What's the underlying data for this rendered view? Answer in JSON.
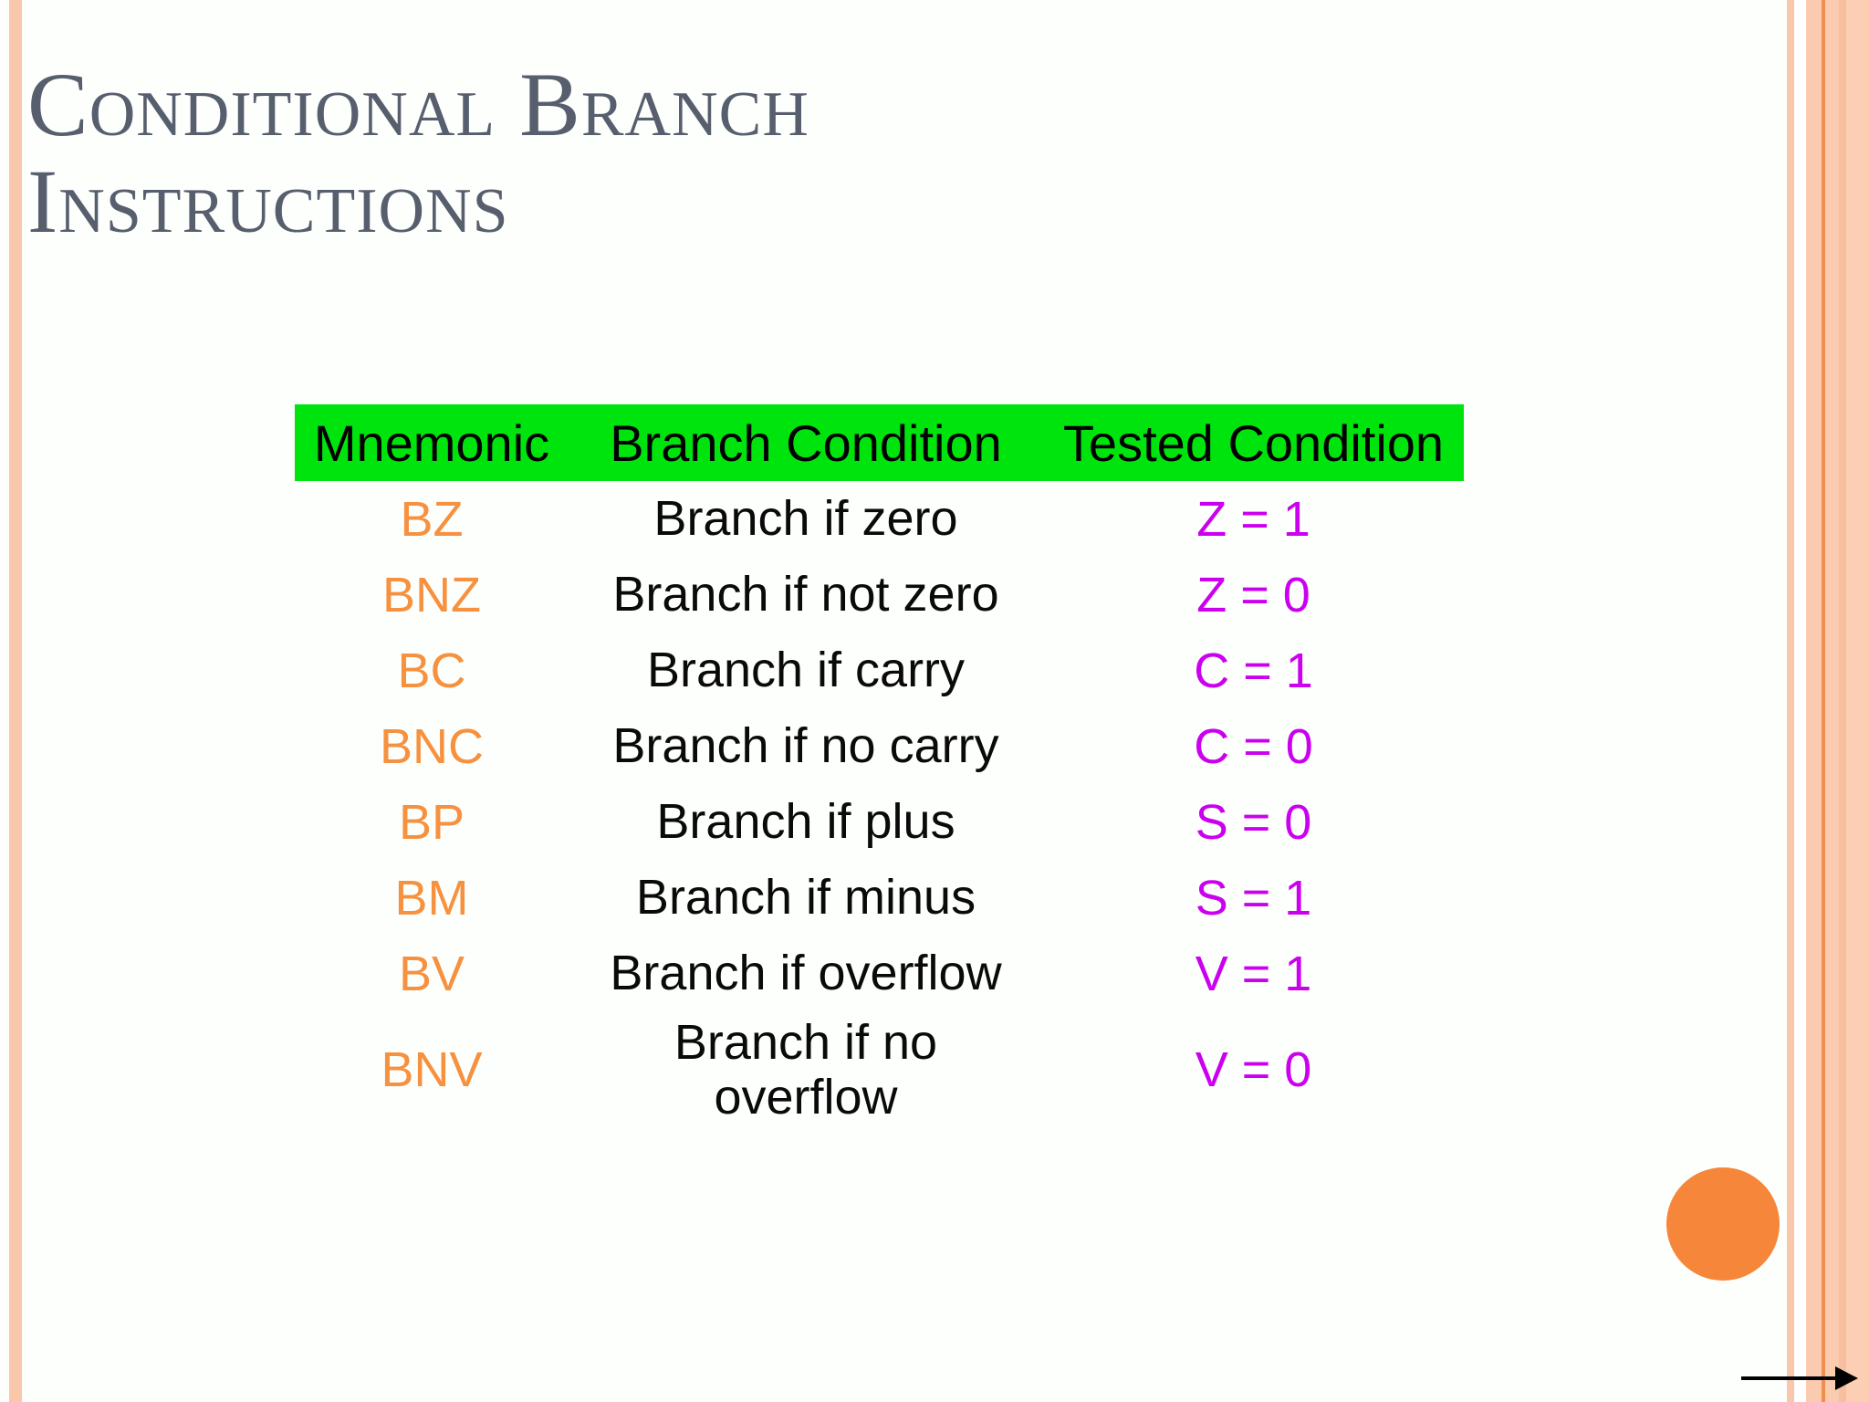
{
  "slide": {
    "title": "Conditional Branch Instructions"
  },
  "table": {
    "headers": [
      "Mnemonic",
      "Branch Condition",
      "Tested Condition"
    ],
    "rows": [
      {
        "mnemonic": "BZ",
        "condition": "Branch if zero",
        "tested": "Z = 1"
      },
      {
        "mnemonic": "BNZ",
        "condition": "Branch if not zero",
        "tested": "Z = 0"
      },
      {
        "mnemonic": "BC",
        "condition": "Branch if carry",
        "tested": "C = 1"
      },
      {
        "mnemonic": "BNC",
        "condition": "Branch if no carry",
        "tested": "C = 0"
      },
      {
        "mnemonic": "BP",
        "condition": "Branch if plus",
        "tested": "S = 0"
      },
      {
        "mnemonic": "BM",
        "condition": "Branch if minus",
        "tested": "S = 1"
      },
      {
        "mnemonic": "BV",
        "condition": "Branch if overflow",
        "tested": "V = 1"
      },
      {
        "mnemonic": "BNV",
        "condition": "Branch if no overflow",
        "tested": "V = 0"
      }
    ]
  },
  "colors": {
    "background": "#FDFFFC",
    "title_gray": "#575F6E",
    "header_green": "#00E40E",
    "mnemonic_orange": "#F6913F",
    "tested_magenta": "#CC00F0",
    "border_peach": "#F9C7AA",
    "border_accent_orange": "#EF8E4E",
    "circle_orange": "#F6873A",
    "arrow_black": "#000000"
  },
  "icons": {
    "circle": "decorative orange circle",
    "arrow": "next-slide arrow"
  }
}
